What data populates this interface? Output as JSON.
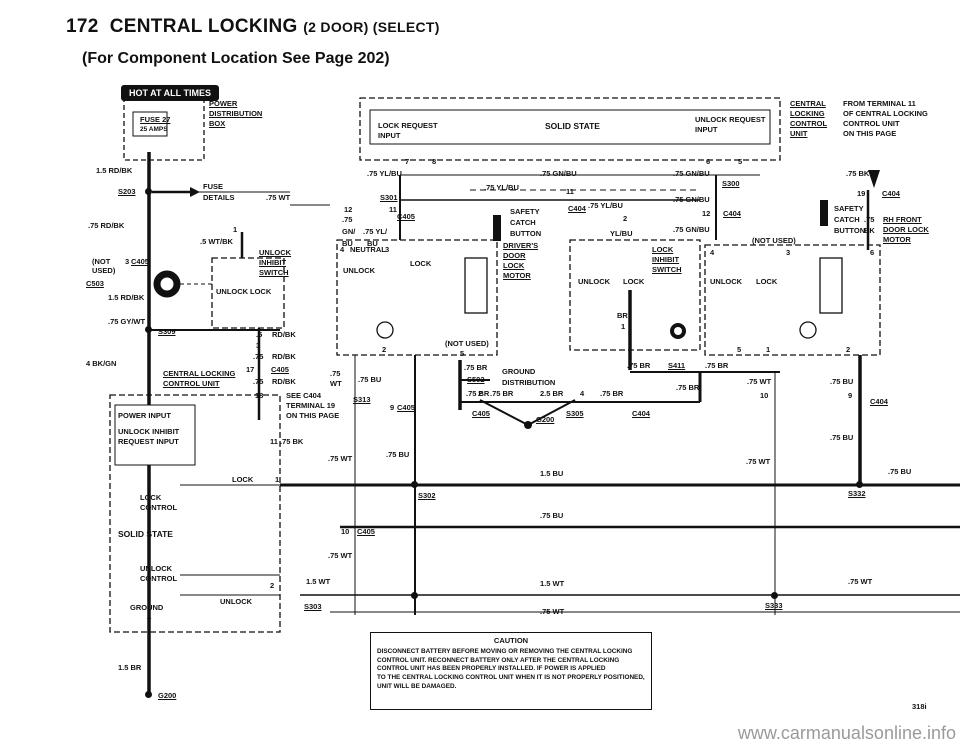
{
  "header": {
    "page_number": "172",
    "title": "CENTRAL LOCKING",
    "title_suffix": "(2 DOOR) (SELECT)",
    "subtitle": "(For Component Location See Page 202)"
  },
  "hot_badge": "HOT AT ALL TIMES",
  "power_box": {
    "fuse": "FUSE 27",
    "amps": "25 AMPS",
    "power": "POWER",
    "distribution": "DISTRIBUTION",
    "box": "BOX"
  },
  "fuse_details": [
    "FUSE",
    "DETAILS"
  ],
  "left_wires": {
    "w1": "1.5 RD/BK",
    "s203": "S203",
    "w2": ".75 RD/BK",
    "not_used": [
      "(NOT",
      "USED)"
    ],
    "c405_3": "3",
    "c405": "C405",
    "c503": "C503",
    "w3": "1.5 RD/BK",
    "w4": ".75 GY/WT",
    "s309": "S309",
    "w5": "4 BK/GN",
    "w6": "1.5 BR",
    "g200": "G200"
  },
  "unlock_inhibit_switch": {
    "wire": ".5 WT/BK",
    "pin": "1",
    "name": [
      "UNLOCK",
      "INHIBIT",
      "SWITCH"
    ],
    "unlock": "UNLOCK",
    "lock": "LOCK",
    "w_out": ".5",
    "w_out_color": "RD/BK",
    "pin3": "3"
  },
  "ccu": {
    "name": [
      "CENTRAL LOCKING",
      "CONTROL UNIT"
    ],
    "pin17": "17",
    "c405": "C405",
    "pin18": "18",
    "w1": ".75",
    "w1c": "RD/BK",
    "w2": ".75",
    "w2c": "RD/BK",
    "see": [
      "SEE C404",
      "TERMINAL 19",
      "ON THIS PAGE"
    ],
    "pin11": "11",
    "w3": ".75 BK",
    "power_input": "POWER INPUT",
    "unlock_inhibit_input": [
      "UNLOCK INHIBIT",
      "REQUEST INPUT"
    ],
    "lock_control": [
      "LOCK",
      "CONTROL"
    ],
    "solid_state": "SOLID STATE",
    "unlock_control": [
      "UNLOCK",
      "CONTROL"
    ],
    "ground": "GROUND",
    "lock": "LOCK",
    "unlock": "UNLOCK",
    "pin1": "1",
    "pin2": "2",
    "pin4": "4"
  },
  "center": {
    "wt1": ".75 WT",
    "pin10": "10",
    "c405": "C405",
    "wt2": ".75 WT",
    "wt15": "1.5 WT",
    "s303": "S303",
    "s313": "S313",
    "w_bu": ".75 BU",
    "w_wt": ".75",
    "w_wt2": "WT",
    "pin9": "9",
    "c405b": "C405",
    "bu15": "1.5 BU",
    "s302": "S302",
    "bu75": ".75 BU",
    "bu75b": ".75 BU",
    "wt15b": "1.5 WT",
    "wt75": ".75 WT"
  },
  "top_ccu": {
    "lock_request": [
      "LOCK REQUEST",
      "INPUT"
    ],
    "solid_state": "SOLID STATE",
    "unlock_request": [
      "UNLOCK REQUEST",
      "INPUT"
    ],
    "pins": [
      "7",
      "8",
      "6",
      "5"
    ],
    "ref": [
      "CENTRAL",
      "LOCKING",
      "CONTROL",
      "UNIT"
    ],
    "from": [
      "FROM TERMINAL 11",
      "OF CENTRAL LOCKING",
      "CONTROL UNIT",
      "ON THIS PAGE"
    ]
  },
  "top_wires": {
    "yl_bu": ".75 YL/BU",
    "gn_bu": ".75 GN/BU",
    "gn_bu2": ".75 GN/BU",
    "s301": "S301",
    "yl_bu2": ".75 YL/BU",
    "pin11": "11",
    "c404": "C404",
    "yl_bu3": ".75 YL/BU",
    "gn_bu3": ".75 GN/BU",
    "s300": "S300"
  },
  "driver_door": {
    "p12": "12",
    "w75": ".75",
    "gn": "GN/",
    "bu": "BU",
    "c405": "C405",
    "yl": ".75 YL/",
    "bu2": "BU",
    "pin11": "11",
    "pin4": "4",
    "neutral": "NEUTRAL",
    "pin3": "3",
    "unlock": "UNLOCK",
    "lock": "LOCK",
    "pin2": "2",
    "pin5": "5",
    "not_used": "(NOT USED)",
    "motor": [
      "DRIVER'S",
      "DOOR",
      "LOCK",
      "MOTOR"
    ],
    "catch": [
      "SAFETY",
      "CATCH",
      "BUTTON"
    ],
    "c404_2": "2",
    "yl_bu": "YL/BU",
    "c404_12": "12",
    "c404": "C404",
    "gn_bu": ".75 GN/BU",
    "inhibit": [
      "LOCK",
      "INHIBIT",
      "SWITCH"
    ],
    "unlock2": "UNLOCK",
    "lock2": "LOCK",
    "br": "BR",
    "pin1": "1"
  },
  "ground_section": {
    "br1": ".75 BR",
    "s502": "S502",
    "ground": "GROUND",
    "distribution": "DISTRIBUTION",
    "br2": ".75 BR",
    "br_2": "2",
    "br3": ".75 BR",
    "br25": "2.5 BR",
    "br4": "4",
    "br5": ".75 BR",
    "c405": "C405",
    "g200": "G200",
    "s305": "S305",
    "c404": "C404",
    "br6": ".75 BR",
    "s411": "S411",
    "br7": ".75 BR",
    "br8": ".75 BR"
  },
  "right": {
    "bk": ".75 BK",
    "p19": "19",
    "c404": "C404",
    "catch": [
      "SAFETY",
      "CATCH",
      "BUTTON"
    ],
    "w75": ".75",
    "bk2": "BK",
    "rh": [
      "RH FRONT",
      "DOOR LOCK",
      "MOTOR"
    ],
    "not_used": "(NOT USED)",
    "pin4": "4",
    "pin3": "3",
    "pin6": "6",
    "unlock": "UNLOCK",
    "lock": "LOCK",
    "pin5": "5",
    "pin1": "1",
    "pin2": "2",
    "wt": ".75 WT",
    "p10": "10",
    "bu": ".75 BU",
    "p9": "9",
    "c404b": "C404",
    "bu2": ".75 BU",
    "wt2": ".75 WT",
    "bu3": ".75 BU",
    "s332": "S332",
    "wt3": ".75 WT",
    "s333": "S333"
  },
  "caution": {
    "head": "CAUTION",
    "lines": [
      "DISCONNECT BATTERY BEFORE MOVING OR REMOVING THE CENTRAL LOCKING",
      "CONTROL UNIT. RECONNECT BATTERY ONLY AFTER THE CENTRAL LOCKING",
      "CONTROL UNIT HAS BEEN PROPERLY INSTALLED. IF POWER IS APPLIED",
      "TO THE CENTRAL LOCKING CONTROL UNIT WHEN IT IS NOT PROPERLY POSITIONED,",
      "UNIT WILL BE DAMAGED."
    ]
  },
  "page_id": "318i",
  "watermark": "www.carmanualsonline.info",
  "fuse_wire": ".75 WT"
}
